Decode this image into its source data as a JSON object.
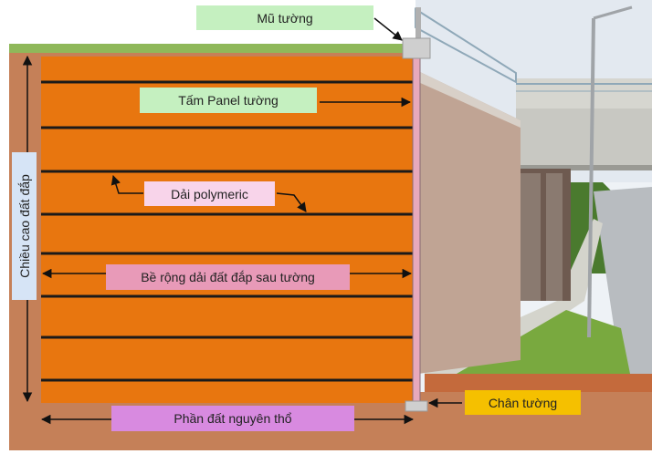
{
  "labels": {
    "wall_cap": "Mũ tường",
    "wall_panel": "Tấm Panel tường",
    "polymeric_strip": "Dải polymeric",
    "backfill_width": "Bề rộng dải đất đắp sau tường",
    "native_soil": "Phần đất nguyên thổ",
    "wall_footing": "Chân tường",
    "fill_height": "Chiều cao đất đắp"
  },
  "colors": {
    "fill": "#e8760f",
    "native_soil": "#c58058",
    "grass": "#8fb85a",
    "wall_cap_box": "#c5f0c0",
    "wall_panel_box": "#c5f0c0",
    "polymeric_box": "#f8d4ea",
    "backfill_box": "#e89ab8",
    "native_box": "#d88ae0",
    "footing_box": "#f5c000",
    "height_box": "#d6e4f6"
  }
}
